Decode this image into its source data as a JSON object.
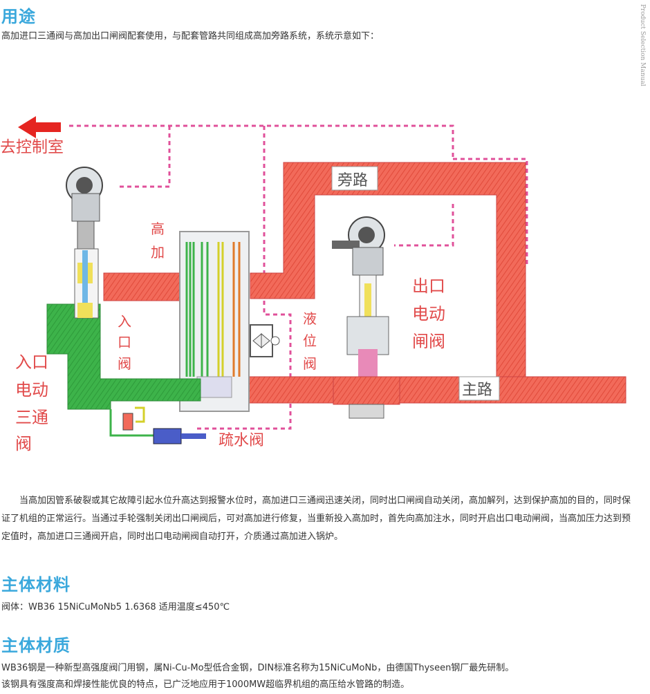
{
  "side_label": "Product Selection Manual",
  "sections": {
    "usage": {
      "title": "用途",
      "intro": "高加进口三通阀与高加出口闸阀配套使用，与配套管路共同组成高加旁路系统，系统示意如下：",
      "description_lines": [
        "当高加因管系破裂或其它故障引起水位升高达到报警水位时，高加进口三通阀迅速关闭，同时出口闸阀自动关闭，高加解列，达到保护",
        "高加的目的，同时保证了机组的正常运行。当通过手轮强制关闭出口闸阀后，可对高加进行修复，当重新投入高加时，首先向高加注水，同",
        "时开启出口电动闸阀，当高加压力达到预定值时，高加进口三通阀开启，同时出口电动闸阀自动打开，介质通过高加进入锅炉。"
      ]
    },
    "main_material": {
      "title": "主体材料",
      "text": "阀体：WB36 15NiCuMoNb5 1.6368 适用温度≤450℃"
    },
    "main_quality": {
      "title": "主体材质",
      "lines": [
        "WB36钢是一种新型高强度阀门用钢，属Ni-Cu-Mo型低合金钢，DIN标准名称为15NiCuMoNb，由德国Thyseen钢厂最先研制。",
        "该钢具有强度高和焊接性能优良的特点，已广泛地应用于1000MW超临界机组的高压给水管路的制造。"
      ]
    }
  },
  "diagram": {
    "label_control_room": "去控制室",
    "label_bypass": "旁路",
    "label_main_pipe": "主路",
    "label_heater": [
      "高",
      "加"
    ],
    "label_heater_inlet": [
      "入",
      "口",
      "阀"
    ],
    "label_level_valve": [
      "液",
      "位",
      "阀"
    ],
    "label_outlet_valve": [
      "出口",
      "电动",
      "闸阀"
    ],
    "label_inlet_valve": [
      "入口",
      "电动",
      "三通",
      "阀"
    ],
    "label_drain_valve": "疏水阀",
    "colors": {
      "pipe_red": "#f26a5a",
      "pipe_green": "#3db34a",
      "signal_pink": "#e0509a",
      "arrow_red": "#e52521",
      "label_red": "#e14a4a"
    }
  }
}
